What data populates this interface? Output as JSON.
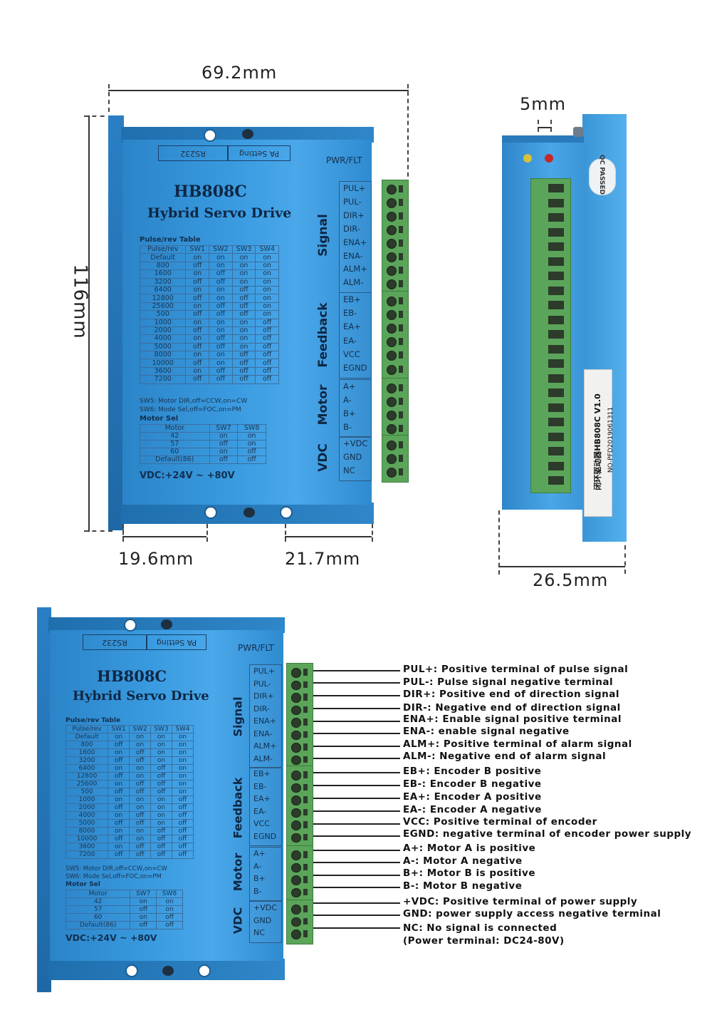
{
  "dimensions": {
    "width_top": "69.2mm",
    "height_left": "116mm",
    "bottom_left": "19.6mm",
    "bottom_right": "21.7mm",
    "side_gap": "5mm",
    "side_depth": "26.5mm"
  },
  "drive": {
    "rs232_label": "RS232",
    "pa_setting_label": "PA Setting",
    "pwr_flt_label": "PWR/FLT",
    "model": "HB808C",
    "subtitle": "Hybrid Servo Drive",
    "table_caption": "Pulse/rev  Table",
    "pulse_table": {
      "headers": [
        "Pulse/rev",
        "SW1",
        "SW2",
        "SW3",
        "SW4"
      ],
      "rows": [
        [
          "Default",
          "on",
          "on",
          "on",
          "on"
        ],
        [
          "800",
          "off",
          "on",
          "on",
          "on"
        ],
        [
          "1600",
          "on",
          "off",
          "on",
          "on"
        ],
        [
          "3200",
          "off",
          "off",
          "on",
          "on"
        ],
        [
          "6400",
          "on",
          "on",
          "off",
          "on"
        ],
        [
          "12800",
          "off",
          "on",
          "off",
          "on"
        ],
        [
          "25600",
          "on",
          "off",
          "off",
          "on"
        ],
        [
          "500",
          "off",
          "off",
          "off",
          "on"
        ],
        [
          "1000",
          "on",
          "on",
          "on",
          "off"
        ],
        [
          "2000",
          "off",
          "on",
          "on",
          "off"
        ],
        [
          "4000",
          "on",
          "off",
          "on",
          "off"
        ],
        [
          "5000",
          "off",
          "off",
          "on",
          "off"
        ],
        [
          "8000",
          "on",
          "on",
          "off",
          "off"
        ],
        [
          "10000",
          "off",
          "on",
          "off",
          "off"
        ],
        [
          "3600",
          "on",
          "off",
          "off",
          "off"
        ],
        [
          "7200",
          "off",
          "off",
          "off",
          "off"
        ]
      ]
    },
    "sw5_note": "SW5: Motor DIR,off=CCW,on=CW",
    "sw6_note": "SW6: Mode Sel,off=FOC,on=PM",
    "motor_caption": "Motor  Sel",
    "motor_table": {
      "headers": [
        "Motor",
        "SW7",
        "SW8"
      ],
      "rows": [
        [
          "42",
          "on",
          "on"
        ],
        [
          "57",
          "off",
          "on"
        ],
        [
          "60",
          "on",
          "off"
        ],
        [
          "Default(86)",
          "off",
          "off"
        ]
      ]
    },
    "vdc_range": "VDC:+24V ~ +80V",
    "groups": {
      "signal": "Signal",
      "feedback": "Feedback",
      "motor": "Motor",
      "vdc": "VDC"
    },
    "pins_signal": [
      "PUL+",
      "PUL-",
      "DIR+",
      "DIR-",
      "ENA+",
      "ENA-",
      "ALM+",
      "ALM-"
    ],
    "pins_feedback": [
      "EB+",
      "EB-",
      "EA+",
      "EA-",
      "VCC",
      "EGND"
    ],
    "pins_motor": [
      "A+",
      "A-",
      "B+",
      "B-"
    ],
    "pins_vdc": [
      "+VDC",
      "GND",
      "NC"
    ]
  },
  "side_view": {
    "qc_label": "QC PASSED",
    "sticker_line1": "闭环驱动器HB808C V1.0",
    "sticker_line2": "NO-PFD2019061311"
  },
  "callouts": [
    "PUL+: Positive terminal of pulse signal",
    "PUL-: Pulse signal negative terminal",
    "DIR+: Positive end of direction signal",
    "DIR-: Negative end of direction signal",
    "ENA+: Enable signal positive terminal",
    "ENA-: enable signal negative",
    "ALM+: Positive terminal of alarm signal",
    "ALM-: Negative end of alarm signal",
    "EB+: Encoder B positive",
    "EB-: Encoder B negative",
    "EA+: Encoder A positive",
    "EA-: Encoder A negative",
    "VCC: Positive terminal of encoder",
    "EGND: negative terminal of encoder power supply",
    "A+: Motor A is positive",
    "A-: Motor A negative",
    "B+: Motor B is positive",
    "B-: Motor B negative",
    "+VDC: Positive terminal of power supply",
    "GND: power supply access negative terminal",
    "NC: No signal is connected",
    "(Power terminal: DC24-80V)"
  ],
  "colors": {
    "drive_blue": "#3a9be0",
    "terminal_green": "#5ba55a",
    "text_dark": "#0f2744"
  }
}
